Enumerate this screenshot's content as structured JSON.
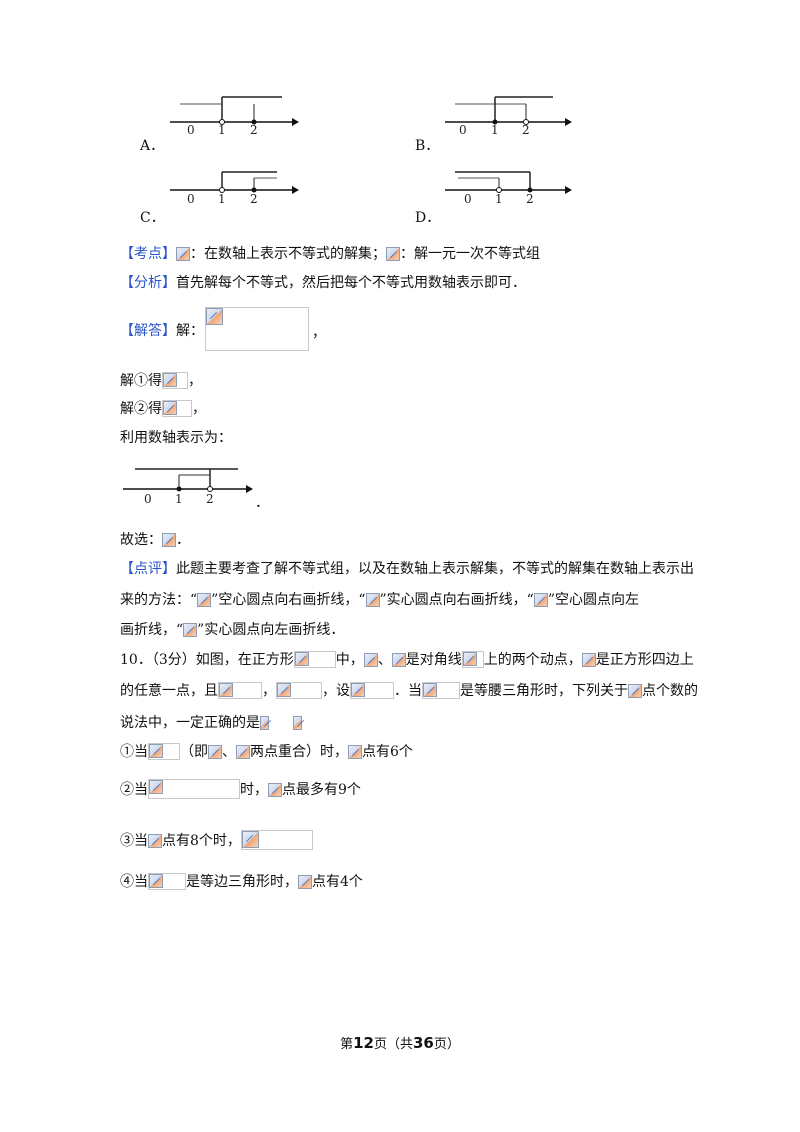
{
  "options": [
    {
      "label": "A．"
    },
    {
      "label": "B．"
    },
    {
      "label": "C．"
    },
    {
      "label": "D．"
    }
  ],
  "axis_ticks": [
    "0",
    "1",
    "2"
  ],
  "kaodian": {
    "tag": "【考点】",
    "text1": "：在数轴上表示不等式的解集；",
    "text2": "：解一元一次不等式组"
  },
  "fenxi": {
    "tag": "【分析】",
    "text": "首先解每个不等式，然后把每个不等式用数轴表示即可．"
  },
  "jieda": {
    "tag": "【解答】",
    "text": "解：",
    "comma": "，"
  },
  "step1": {
    "prefix": "解①得",
    "suffix": "，"
  },
  "step2": {
    "prefix": "解②得",
    "suffix": "，"
  },
  "numberline_text": "利用数轴表示为：",
  "period": "．",
  "guxuan": {
    "prefix": "故选：",
    "suffix": "．"
  },
  "dianping": {
    "tag": "【点评】",
    "line1": "此题主要考查了解不等式组，以及在数轴上表示解集，不等式的解集在数轴上表示出",
    "line2a": "来的方法：“",
    "line2b": "”空心圆点向右画折线，“",
    "line2c": "”实心圆点向右画折线，“",
    "line2d": "”空心圆点向左",
    "line3a": "画折线，“",
    "line3b": "”实心圆点向左画折线．"
  },
  "q10": {
    "line1a": "10．（3分）如图，在正方形",
    "line1b": "中，",
    "line1c": "、",
    "line1d": "是对角线",
    "line1e": "上的两个动点，",
    "line1f": "是正方形四边上",
    "line2a": "的任意一点，且",
    "line2b": "，",
    "line2c": "，设",
    "line2d": "．当",
    "line2e": "是等腰三角形时，下列关于",
    "line2f": "点个数的",
    "line3a": "说法中，一定正确的是",
    "item1a": "①当",
    "item1b": "（即",
    "item1c": "、",
    "item1d": "两点重合）时，",
    "item1e": "点有6个",
    "item2a": "②当",
    "item2b": "时，",
    "item2c": "点最多有9个",
    "item3a": "③当",
    "item3b": "点有8个时，",
    "item4a": "④当",
    "item4b": "是等边三角形时，",
    "item4c": "点有4个"
  },
  "footer": {
    "prefix": "第",
    "page": "12",
    "mid": "页（共",
    "total": "36",
    "suffix": "页）"
  }
}
